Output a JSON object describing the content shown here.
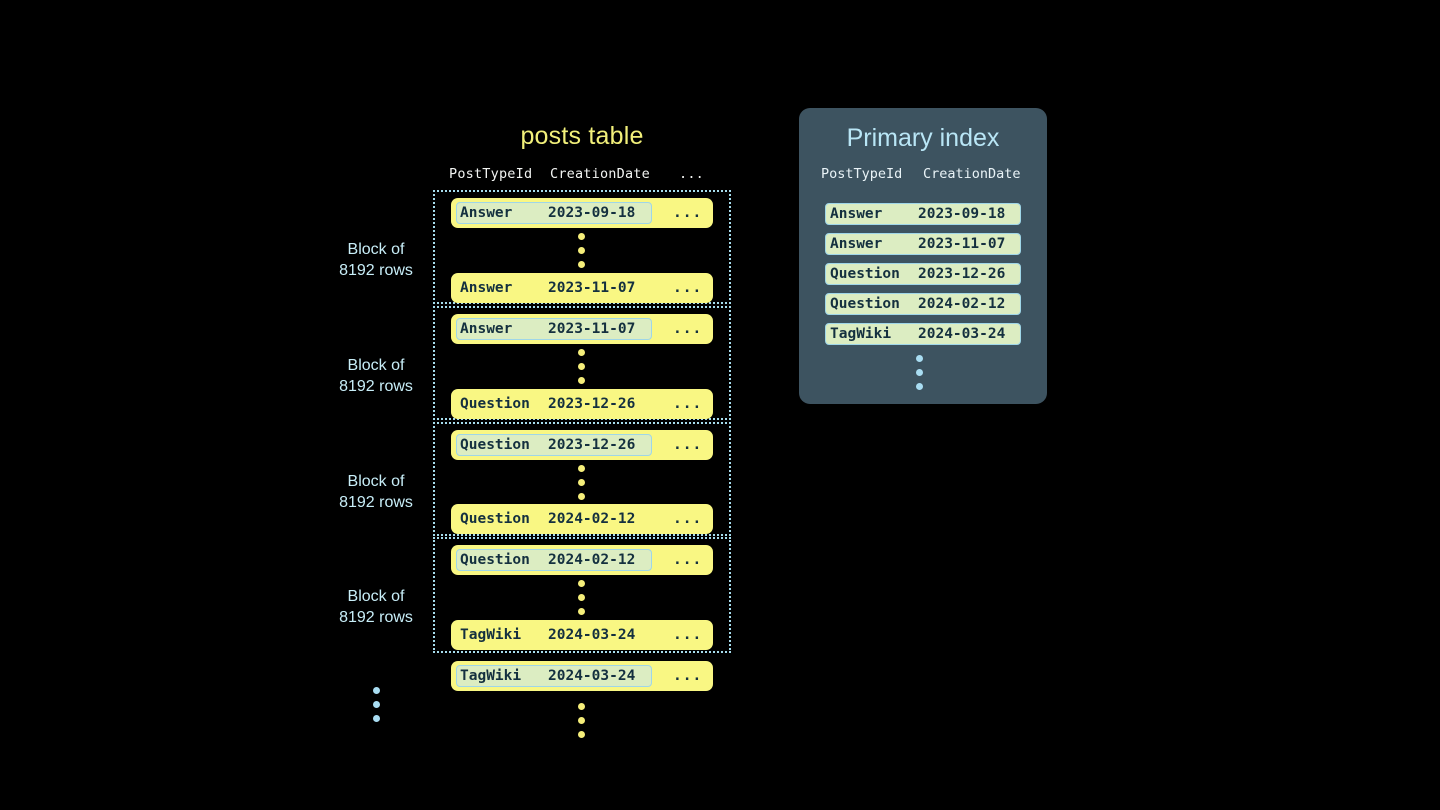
{
  "posts_table": {
    "title": "posts table",
    "columns": [
      "PostTypeId",
      "CreationDate",
      "..."
    ],
    "ellipsis_cell": "...",
    "blocks": [
      {
        "label_line1": "Block of",
        "label_line2": "8192 rows",
        "first_row": {
          "post_type_id": "Answer",
          "creation_date": "2023-09-18",
          "rest": "...",
          "highlighted": true
        },
        "last_row": {
          "post_type_id": "Answer",
          "creation_date": "2023-11-07",
          "rest": "...",
          "highlighted": false
        }
      },
      {
        "label_line1": "Block of",
        "label_line2": "8192 rows",
        "first_row": {
          "post_type_id": "Answer",
          "creation_date": "2023-11-07",
          "rest": "...",
          "highlighted": true
        },
        "last_row": {
          "post_type_id": "Question",
          "creation_date": "2023-12-26",
          "rest": "...",
          "highlighted": false
        }
      },
      {
        "label_line1": "Block of",
        "label_line2": "8192 rows",
        "first_row": {
          "post_type_id": "Question",
          "creation_date": "2023-12-26",
          "rest": "...",
          "highlighted": true
        },
        "last_row": {
          "post_type_id": "Question",
          "creation_date": "2024-02-12",
          "rest": "...",
          "highlighted": false
        }
      },
      {
        "label_line1": "Block of",
        "label_line2": "8192 rows",
        "first_row": {
          "post_type_id": "Question",
          "creation_date": "2024-02-12",
          "rest": "...",
          "highlighted": true
        },
        "last_row": {
          "post_type_id": "TagWiki",
          "creation_date": "2024-03-24",
          "rest": "...",
          "highlighted": false
        }
      }
    ],
    "trailing_row": {
      "post_type_id": "TagWiki",
      "creation_date": "2024-03-24",
      "rest": "...",
      "highlighted": true
    }
  },
  "primary_index": {
    "title": "Primary index",
    "columns": [
      "PostTypeId",
      "CreationDate"
    ],
    "rows": [
      {
        "post_type_id": "Answer",
        "creation_date": "2023-09-18"
      },
      {
        "post_type_id": "Answer",
        "creation_date": "2023-11-07"
      },
      {
        "post_type_id": "Question",
        "creation_date": "2023-12-26"
      },
      {
        "post_type_id": "Question",
        "creation_date": "2024-02-12"
      },
      {
        "post_type_id": "TagWiki",
        "creation_date": "2024-03-24"
      }
    ]
  },
  "colors": {
    "background": "#000000",
    "row_yellow": "#f9f783",
    "key_highlight_green": "#dcedc2",
    "accent_cyan": "#a6dcec",
    "panel_slate": "#3d5360",
    "title_yellow": "#f2f07a",
    "title_blue": "#b9e6f6",
    "mono_text_dark": "#14303f"
  }
}
